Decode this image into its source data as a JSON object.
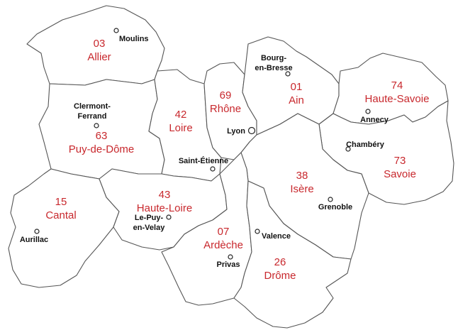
{
  "colors": {
    "label": "#c8282d",
    "city": "#111111",
    "border": "#555555",
    "background": "#ffffff"
  },
  "departments": [
    {
      "id": "dept-03",
      "number": "03",
      "name": "Allier"
    },
    {
      "id": "dept-63",
      "number": "63",
      "name": "Puy-de-Dôme"
    },
    {
      "id": "dept-42",
      "number": "42",
      "name": "Loire"
    },
    {
      "id": "dept-69",
      "number": "69",
      "name": "Rhône"
    },
    {
      "id": "dept-01",
      "number": "01",
      "name": "Ain"
    },
    {
      "id": "dept-74",
      "number": "74",
      "name": "Haute-Savoie"
    },
    {
      "id": "dept-73",
      "number": "73",
      "name": "Savoie"
    },
    {
      "id": "dept-38",
      "number": "38",
      "name": "Isère"
    },
    {
      "id": "dept-15",
      "number": "15",
      "name": "Cantal"
    },
    {
      "id": "dept-43",
      "number": "43",
      "name": "Haute-Loire"
    },
    {
      "id": "dept-07",
      "number": "07",
      "name": "Ardèche"
    },
    {
      "id": "dept-26",
      "number": "26",
      "name": "Drôme"
    }
  ],
  "cities": [
    {
      "id": "moulins",
      "lines": [
        "Moulins"
      ]
    },
    {
      "id": "bourg-en-bresse",
      "lines": [
        "Bourg-",
        "en-Bresse"
      ]
    },
    {
      "id": "clermont-ferrand",
      "lines": [
        "Clermont-",
        "Ferrand"
      ]
    },
    {
      "id": "annecy",
      "lines": [
        "Annecy"
      ]
    },
    {
      "id": "lyon",
      "lines": [
        "Lyon"
      ]
    },
    {
      "id": "chambery",
      "lines": [
        "Chambéry"
      ]
    },
    {
      "id": "saint-etienne",
      "lines": [
        "Saint-Étienne"
      ]
    },
    {
      "id": "grenoble",
      "lines": [
        "Grenoble"
      ]
    },
    {
      "id": "aurillac",
      "lines": [
        "Aurillac"
      ]
    },
    {
      "id": "le-puy-en-velay",
      "lines": [
        "Le-Puy-",
        "en-Velay"
      ]
    },
    {
      "id": "valence",
      "lines": [
        "Valence"
      ]
    },
    {
      "id": "privas",
      "lines": [
        "Privas"
      ]
    }
  ]
}
